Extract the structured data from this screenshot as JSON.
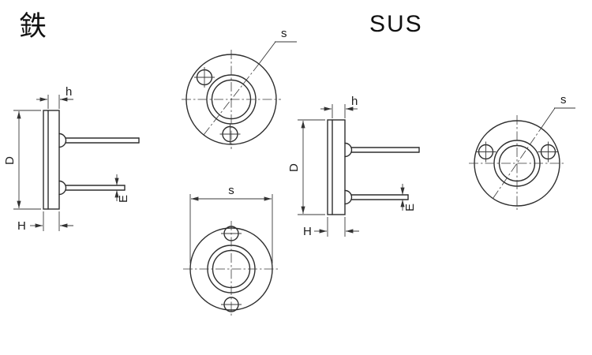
{
  "titles": {
    "left": "鉄",
    "right": "SUS"
  },
  "dims": {
    "s": "s",
    "h": "h",
    "D": "D",
    "E": "E",
    "H": "H"
  },
  "colors": {
    "line": "#2e2e2e",
    "background": "#ffffff"
  }
}
